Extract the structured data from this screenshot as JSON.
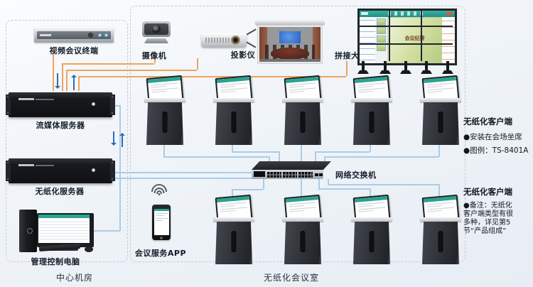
{
  "diagram": {
    "regions": {
      "center_room": "中心机房",
      "meeting_room": "无纸化会议室"
    },
    "devices": {
      "video_terminal": "视频会议终端",
      "camera": "摄像机",
      "projector": "投影仪",
      "video_wall": "拼接大屏",
      "wall_screen_title": "会议纪要",
      "streaming_server": "流媒体服务器",
      "paperless_server": "无纸化服务器",
      "management_pc": "管理控制电脑",
      "meeting_app": "会议服务APP",
      "network_switch": "网络交换机"
    },
    "annotations": {
      "client_seat": {
        "title": "无纸化客户端",
        "line1": "●安装在会场坐席",
        "line2": "●图例：TS-8401A"
      },
      "client_note": {
        "title": "无纸化客户端",
        "note": "●备注：无纸化客户端类型有很多种，详见第5节“产品组成”"
      }
    },
    "colors": {
      "av_line": "#F0A35E",
      "network_line": "#A9CDE9",
      "flow_arrow": "#2D6CB5",
      "screen_accent": "#2AA38F"
    }
  }
}
